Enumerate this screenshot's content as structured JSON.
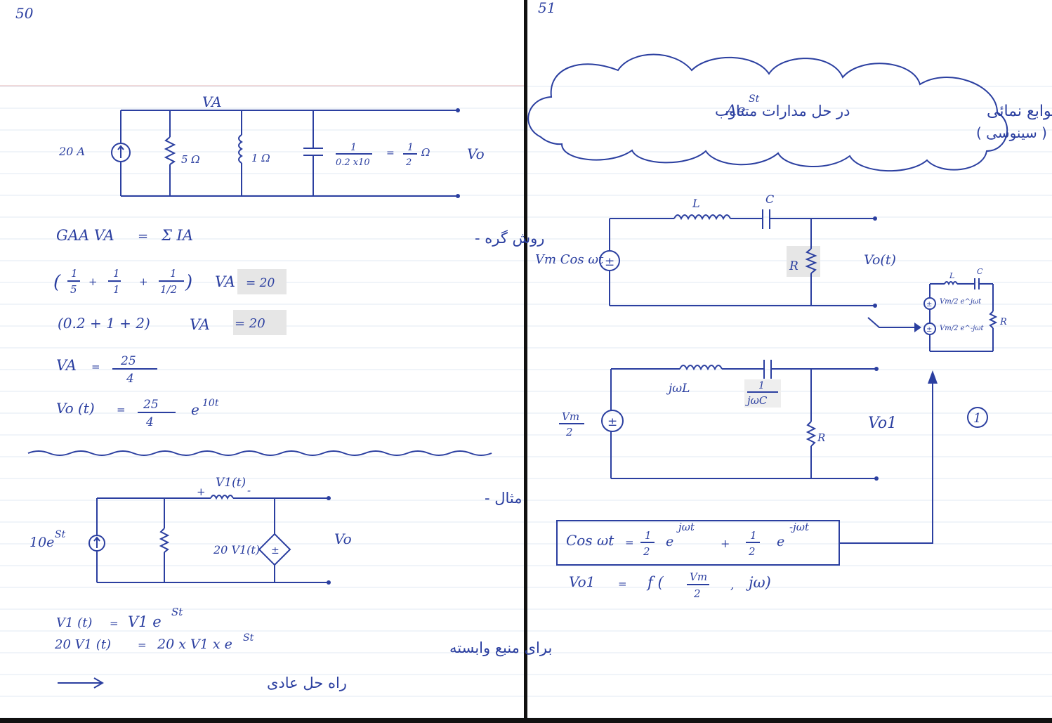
{
  "left_page": {
    "page_number": "50",
    "circuit1": {
      "node_label": "VA",
      "source": "20 A",
      "r1": "5 Ω",
      "r2": "1 Ω",
      "cap_eq_num": "1",
      "cap_eq_den": "0.2 x10",
      "cap_eq_eq": "=",
      "cap_eq_half_num": "1",
      "cap_eq_half_den": "2",
      "cap_eq_unit": "Ω",
      "vo": "Vo"
    },
    "method_label": "روش گره -",
    "eq1": {
      "lhs": "GAA VA",
      "eq": "=",
      "rhs": "Σ IA"
    },
    "eq2": {
      "f1n": "1",
      "f1d": "5",
      "f2n": "1",
      "f2d": "1",
      "f3n": "1",
      "f3d": "1/2",
      "var": "VA",
      "rhs": "= 20"
    },
    "eq3": {
      "lhs": "(0.2 + 1 + 2)",
      "var": "VA",
      "rhs": "= 20"
    },
    "eq4": {
      "lhs": "VA",
      "eq": "=",
      "num": "25",
      "den": "4"
    },
    "eq5": {
      "lhs": "Vo (t)",
      "eq": "=",
      "num": "25",
      "den": "4",
      "exp_base": "e",
      "exp": "10t"
    },
    "example_label": "مثال -",
    "circuit2": {
      "source": "10e",
      "source_exp": "St",
      "v1": "V1(t)",
      "plus": "+",
      "minus": "-",
      "dep": "20 V1(t)",
      "vo": "Vo"
    },
    "eq6": {
      "lhs": "V1 (t)",
      "eq": "=",
      "rhs": "V1 e",
      "exp": "St"
    },
    "eq7": {
      "lhs": "20 V1 (t)",
      "eq": "=",
      "rhs": "20 x V1 x e",
      "exp": "St"
    },
    "dep_source_label": "برای منبع وابسته",
    "normal_solution_label": "راه حل عادی"
  },
  "right_page": {
    "page_number": "51",
    "cloud_line1_left": "استفاده از توابع نمائی",
    "cloud_ae": "Ae",
    "cloud_ae_exp": "St",
    "cloud_line1_right": "در حل مدارات متناوب",
    "cloud_line2": "( سینوسی )",
    "circuit3": {
      "L": "L",
      "C": "C",
      "R": "R",
      "source": "Vm Cos ωt",
      "vo": "Vo(t)"
    },
    "mini_circuit": {
      "L": "L",
      "C": "C",
      "R": "R",
      "s1": "Vm/2 e^jωt",
      "s2": "Vm/2 e^-jωt"
    },
    "circuit4": {
      "jwl": "jωL",
      "cap_num": "1",
      "cap_den": "jωC",
      "src_num": "Vm",
      "src_den": "2",
      "R": "R",
      "vo": "Vo1",
      "circled": "1"
    },
    "box_eq": {
      "lhs": "Cos ωt",
      "eq": "=",
      "h1n": "1",
      "h1d": "2",
      "e1": "e",
      "exp1": "jωt",
      "plus": "+",
      "h2n": "1",
      "h2d": "2",
      "e2": "e",
      "exp2": "-jωt"
    },
    "eq_f": {
      "lhs": "Vo1",
      "eq": "=",
      "f": "f (",
      "num": "Vm",
      "den": "2",
      "comma": ",",
      "rest": "jω)"
    }
  }
}
